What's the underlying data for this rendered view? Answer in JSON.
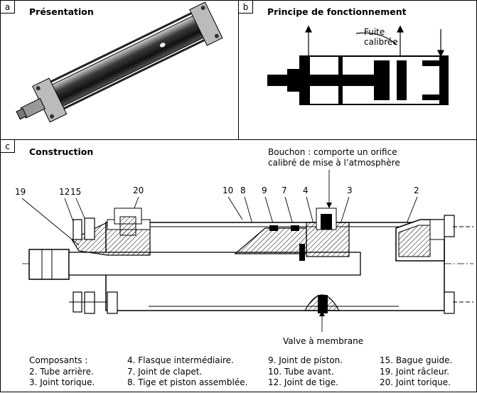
{
  "panels": {
    "a": {
      "tag": "a",
      "title": "Présentation"
    },
    "b": {
      "tag": "b",
      "title": "Principe de fonctionnement",
      "label_fuite": "Fuite",
      "label_calibree": "calibrée"
    },
    "c": {
      "tag": "c",
      "title": "Construction",
      "bouchon_line1": "Bouchon : comporte un orifice",
      "bouchon_line2": "calibré de mise à l’atmosphère",
      "valve": "Valve à membrane"
    }
  },
  "part_numbers": [
    "19",
    "12",
    "15",
    "20",
    "10",
    "8",
    "9",
    "7",
    "4",
    "3",
    "2"
  ],
  "legend": {
    "col1": [
      "Composants :",
      "2. Tube arrière.",
      "3. Joint torique."
    ],
    "col2": [
      "4. Flasque intermédiaire.",
      "7. Joint de clapet.",
      "8. Tige et piston assemblée."
    ],
    "col3": [
      "9. Joint de piston.",
      "10. Tube avant.",
      "12. Joint de tige."
    ],
    "col4": [
      "15. Bague guide.",
      "19. Joint râcleur.",
      "20. Joint torique."
    ]
  }
}
